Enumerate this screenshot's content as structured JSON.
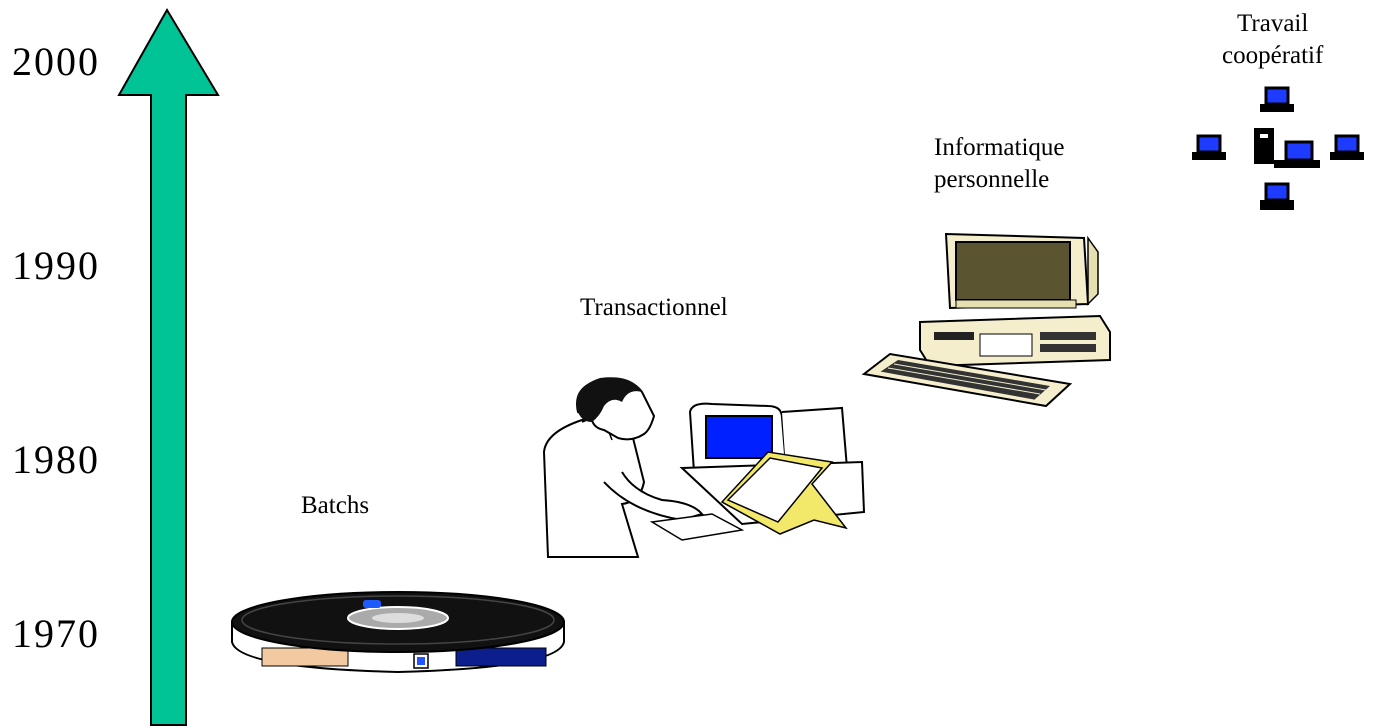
{
  "timeline": {
    "years": [
      "2000",
      "1990",
      "1980",
      "1970"
    ],
    "arrow_color": "#00c496"
  },
  "eras": {
    "batch": "Batchs",
    "transactional": "Transactionnel",
    "personal": [
      "Informatique",
      "personnelle"
    ],
    "cooperative": [
      "Travail",
      "coopératif"
    ]
  },
  "illustrations": [
    "tape-reel-icon",
    "terminal-operator-icon",
    "desktop-computer-icon",
    "network-icon"
  ],
  "colors": {
    "screen_blue": "#0020ff",
    "beige": "#f4eecc",
    "network_blue": "#1e3cff"
  }
}
